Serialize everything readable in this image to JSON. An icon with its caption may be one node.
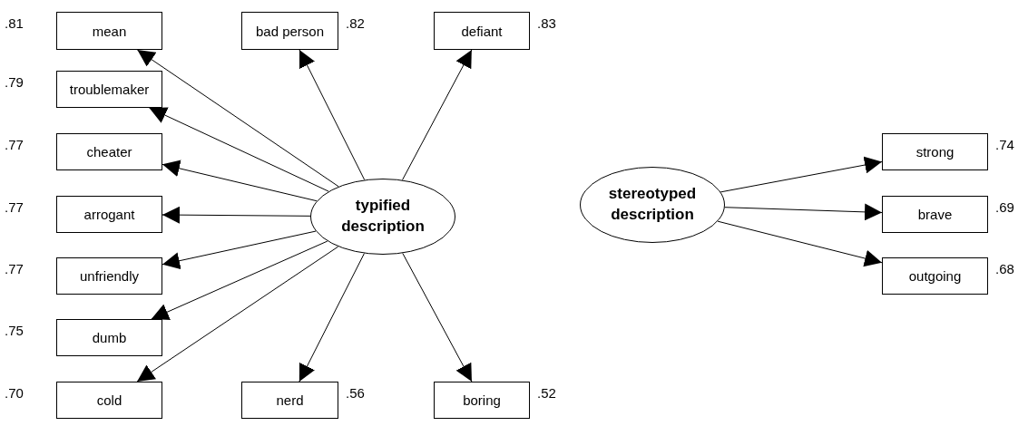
{
  "diagram": {
    "nodes": [
      {
        "text": [
          "typified description"
        ]
      },
      {
        "text": [
          "stereotyped description"
        ]
      },
      {
        "text": [
          "mean"
        ],
        "beside": [
          ".81"
        ]
      },
      {
        "text": [
          "bad person"
        ],
        "beside": [
          ".82"
        ]
      },
      {
        "text": [
          "defiant"
        ],
        "beside": [
          ".83"
        ]
      },
      {
        "text": [
          "troublemaker"
        ],
        "beside": [
          ".79"
        ]
      },
      {
        "text": [
          "cheater"
        ],
        "beside": [
          ".77"
        ]
      },
      {
        "text": [
          "strong"
        ],
        "beside": [
          ".74"
        ]
      },
      {
        "text": [
          "arrogant"
        ],
        "beside": [
          ".77"
        ]
      },
      {
        "text": [
          "brave"
        ],
        "beside": [
          ".69"
        ]
      },
      {
        "text": [
          "unfriendly"
        ],
        "beside": [
          ".77"
        ]
      },
      {
        "text": [
          "outgoing"
        ],
        "beside": [
          ".68"
        ]
      },
      {
        "text": [
          "dumb"
        ],
        "beside": [
          ".75"
        ]
      },
      {
        "text": [
          "cold"
        ],
        "beside": [
          ".70"
        ]
      },
      {
        "text": [
          "nerd"
        ],
        "beside": [
          ".56"
        ]
      },
      {
        "text": [
          "boring"
        ],
        "beside": [
          ".52"
        ]
      }
    ],
    "edges": [
      {
        "from": 0,
        "to": 2,
        "arrow": "to"
      },
      {
        "from": 0,
        "to": 3,
        "arrow": "to"
      },
      {
        "from": 0,
        "to": 4,
        "arrow": "to"
      },
      {
        "from": 0,
        "to": 5,
        "arrow": "to"
      },
      {
        "from": 0,
        "to": 6,
        "arrow": "to"
      },
      {
        "from": 1,
        "to": 7,
        "arrow": "to"
      },
      {
        "from": 0,
        "to": 8,
        "arrow": "to"
      },
      {
        "from": 1,
        "to": 9,
        "arrow": "to"
      },
      {
        "from": 0,
        "to": 10,
        "arrow": "to"
      },
      {
        "from": 1,
        "to": 11,
        "arrow": "to"
      },
      {
        "from": 0,
        "to": 12,
        "arrow": "to"
      },
      {
        "from": 0,
        "to": 13,
        "arrow": "to"
      },
      {
        "from": 0,
        "to": 14,
        "arrow": "to"
      },
      {
        "from": 0,
        "to": 15,
        "arrow": "to"
      }
    ]
  }
}
